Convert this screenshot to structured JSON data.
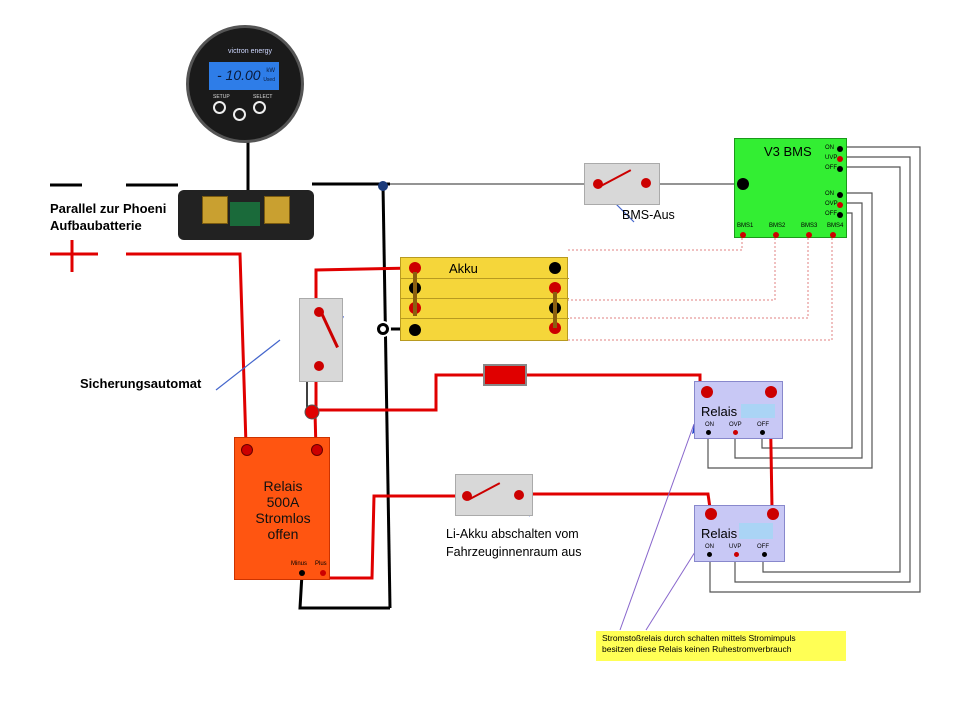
{
  "monitor": {
    "brand": "victron energy",
    "display": "- 10.00",
    "unit": "kW",
    "sub_unit": "Used",
    "setup": "SETUP",
    "select": "SELECT"
  },
  "labels": {
    "parallel_line1": "Parallel zur Phoeni",
    "parallel_line2": "Aufbaubatterie",
    "sicherungsautomat": "Sicherungsautomat",
    "bms_aus": "BMS-Aus",
    "li_akku_line1": "Li-Akku abschalten vom",
    "li_akku_line2": "Fahrzeuginnenraum  aus",
    "note_line1": "Stromstoßrelais durch schalten mittels Stromimpuls",
    "note_line2": "besitzen diese Relais keinen Ruhestromverbrauch"
  },
  "bms": {
    "title": "V3 BMS",
    "pins_top": [
      "ON",
      "UVP",
      "OFF"
    ],
    "pins_mid": [
      "ON",
      "OVP",
      "OFF"
    ],
    "pins_bottom": [
      "BMS1",
      "BMS2",
      "BMS3",
      "BMS4"
    ]
  },
  "akku": {
    "label": "Akku"
  },
  "main_relay": {
    "line1": "Relais",
    "line2": "500A",
    "line3": "Stromlos",
    "line4": "offen",
    "minus": "Minus",
    "plus": "Plus"
  },
  "relay1": {
    "label": "Relais",
    "pins": [
      "ON",
      "OVP",
      "OFF"
    ]
  },
  "relay2": {
    "label": "Relais",
    "pins": [
      "ON",
      "UVP",
      "OFF"
    ]
  },
  "colors": {
    "red": "#e00000",
    "bms_green": "#33ee33",
    "akku_yellow": "#f5d63a",
    "relay_orange": "#ff5511",
    "relay_blue": "#c8c8f5",
    "note_yellow": "#ffff55"
  }
}
